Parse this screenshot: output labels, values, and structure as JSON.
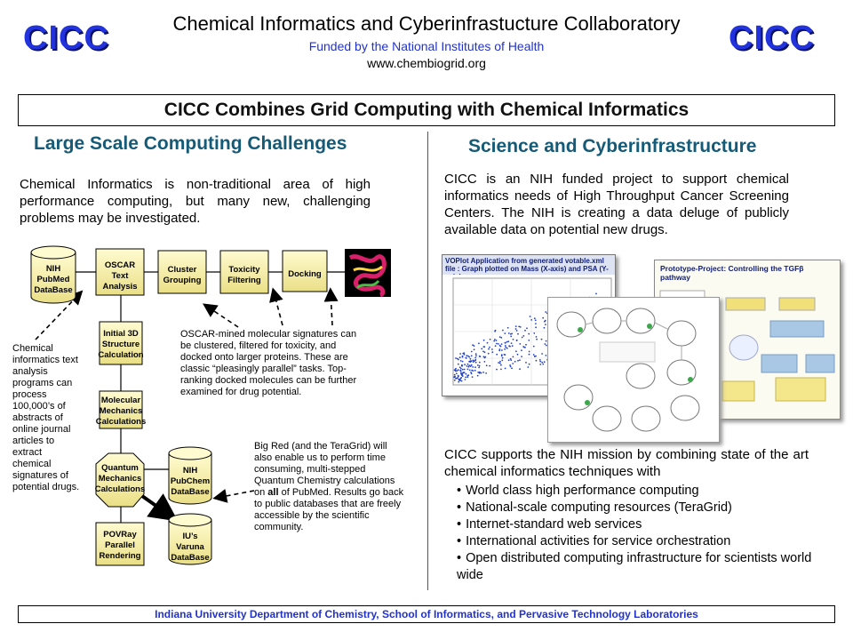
{
  "header": {
    "logo_left": "CICC",
    "logo_right": "CICC",
    "title": "Chemical Informatics and Cyberinfrastucture Collaboratory",
    "funded": "Funded by the National Institutes of Health",
    "url": "www.chembiogrid.org"
  },
  "banner": "CICC Combines Grid Computing with Chemical Informatics",
  "left": {
    "heading": "Large Scale Computing Challenges",
    "intro": "Chemical Informatics is non-traditional area of high performance computing, but many new, challenging problems may be investigated.",
    "side_note": "Chemical informatics text analysis programs can process 100,000’s of abstracts of online journal articles to extract chemical signatures of potential drugs.",
    "oscar_note": "OSCAR-mined molecular signatures can be clustered, filtered for toxicity, and docked onto larger proteins.  These are classic “pleasingly parallel” tasks.  Top-ranking docked molecules can be further examined for drug potential.",
    "bigred_note_pre": "Big Red (and the TeraGrid) will also enable us to perform time consuming, multi-stepped Quantum Chemistry calculations on ",
    "bigred_note_bold": "all",
    "bigred_note_post": " of PubMed. Results go back to public databases that are freely accessible by the scientific community.",
    "nodes": {
      "nih_pubmed": [
        "NIH",
        "PubMed",
        "DataBase"
      ],
      "oscar": [
        "OSCAR",
        "Text",
        "Analysis"
      ],
      "cluster": [
        "Cluster",
        "Grouping"
      ],
      "toxicity": [
        "Toxicity",
        "Filtering"
      ],
      "docking": [
        "Docking"
      ],
      "initial3d": [
        "Initial 3D",
        "Structure",
        "Calculation"
      ],
      "molecular": [
        "Molecular",
        "Mechanics",
        "Calculations"
      ],
      "quantum": [
        "Quantum",
        "Mechanics",
        "Calculations"
      ],
      "nih_pubchem": [
        "NIH",
        "PubChem",
        "DataBase"
      ],
      "povray": [
        "POVRay",
        "Parallel",
        "Rendering"
      ],
      "iu_varuna": [
        "IU’s",
        "Varuna",
        "DataBase"
      ]
    }
  },
  "right": {
    "heading": "Science and Cyberinfrastructure",
    "intro": "CICC is an NIH funded project to support chemical informatics needs of High Throughput Cancer Screening Centers.  The NIH is creating a data deluge of publicly available data on potential new drugs.",
    "supports": "CICC supports the NIH mission by combining state of the art chemical informatics techniques with",
    "bullets": [
      "World class high performance computing",
      "National-scale computing resources (TeraGrid)",
      "Internet-standard web services",
      "International activities for service orchestration",
      "Open distributed computing infrastructure for scientists world wide"
    ],
    "screenshot1_title": "VOPlot Application from generated votable.xml file : Graph plotted on Mass (X-axis) and PSA (Y-axis)",
    "screenshot3_title": "Prototype-Project: Controlling the TGFβ pathway"
  },
  "footer": "Indiana University Department  of Chemistry, School of Informatics, and Pervasive Technology Laboratories",
  "colors": {
    "logo": "#2233dd",
    "heading": "#155a77",
    "link_blue": "#2233cc",
    "node_fill": "#f7f0a8"
  }
}
